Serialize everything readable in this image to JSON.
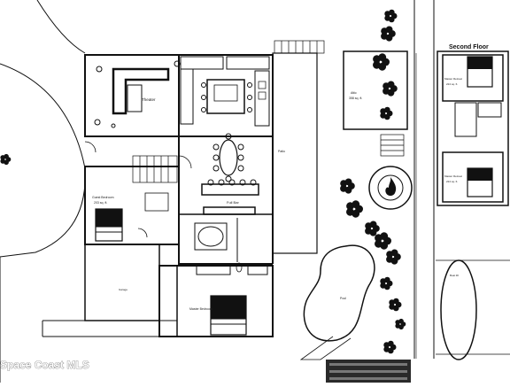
{
  "plan": {
    "second_floor_title": "Second Floor",
    "rooms": {
      "theater": "Theater",
      "guest_bedroom": "Guest Bedroom",
      "guest_bedroom_area": "203 sq. ft.",
      "full_bar": "Full Bar",
      "patio": "Patio",
      "attic": "Attic",
      "attic_area": "358 sq. ft.",
      "garage": "Garage",
      "master_bedroom": "Master Bedroom",
      "pool": "Pool",
      "boat_lift": "Boat lift",
      "sf_bedroom_1": "Master Retreat",
      "sf_bedroom_1_area": "224 sq. ft.",
      "sf_bedroom_2": "Master Retreat",
      "sf_bedroom_2_area": "224 sq. ft."
    }
  },
  "watermark": "Space Coast MLS",
  "icons": {
    "fire_pit": "fire-pit-icon",
    "tree": "tree-icon"
  }
}
